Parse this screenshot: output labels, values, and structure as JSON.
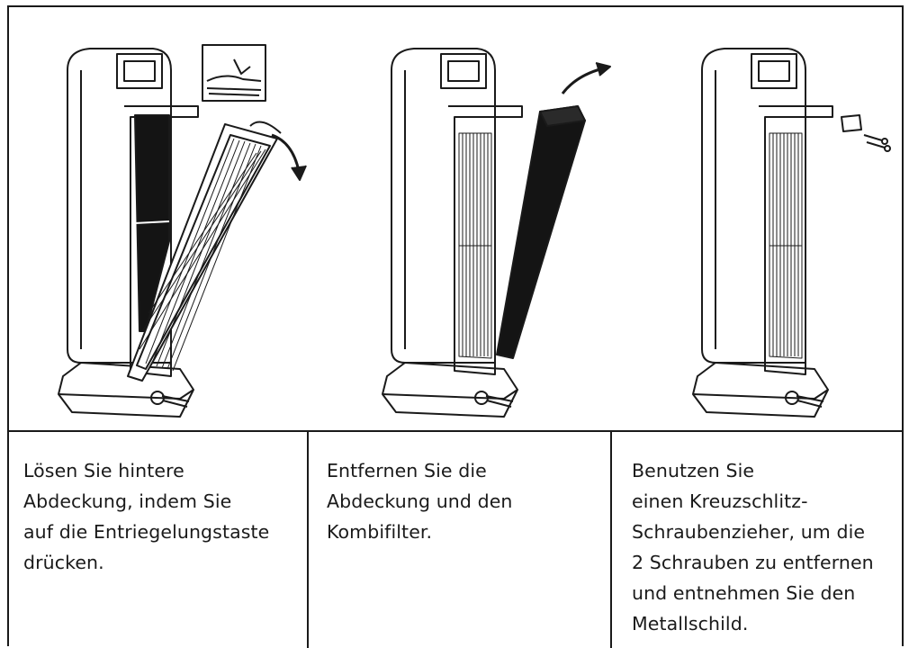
{
  "steps": [
    {
      "text": "Lösen Sie hintere\nAbdeckung, indem Sie\nauf die Entriegelungstaste\ndrücken."
    },
    {
      "text": "Entfernen Sie die\nAbdeckung und den\nKombifilter."
    },
    {
      "text": "Benutzen Sie\neinen Kreuzschlitz-\nSchraubenzieher, um die\n2 Schrauben zu entfernen\nund entnehmen Sie den\nMetallschild."
    }
  ],
  "colors": {
    "line": "#1a1a1a",
    "filter_dark": "#141414",
    "background": "#ffffff"
  },
  "icons": [
    "release-arrow-icon",
    "remove-arrow-icon",
    "screw-icon"
  ]
}
